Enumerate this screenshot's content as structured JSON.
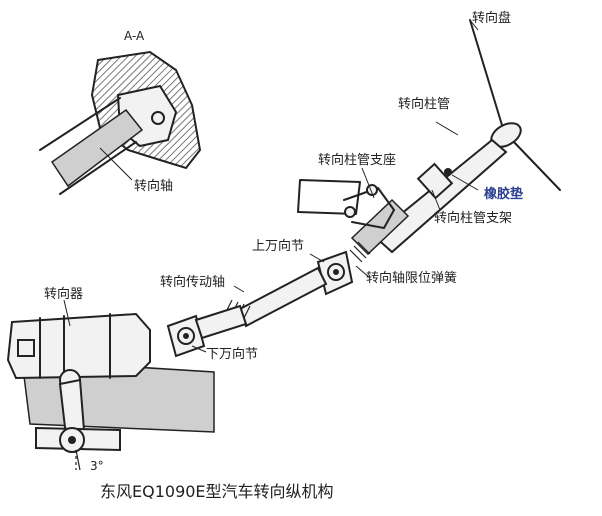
{
  "diagram": {
    "section_label": "A-A",
    "labels": {
      "steering_wheel": "转向盘",
      "steering_column_tube": "转向柱管",
      "column_tube_seat": "转向柱管支座",
      "rubber_pad": "橡胶垫",
      "column_tube_bracket": "转向柱管支架",
      "upper_universal_joint": "上万向节",
      "drive_shaft": "转向传动轴",
      "shaft_limit_spring": "转向轴限位弹簧",
      "steering_gear": "转向器",
      "lower_universal_joint": "下万向节",
      "steering_shaft": "转向轴"
    },
    "angle_label": "3°",
    "caption": "东风EQ1090E型汽车转向纵机构"
  }
}
